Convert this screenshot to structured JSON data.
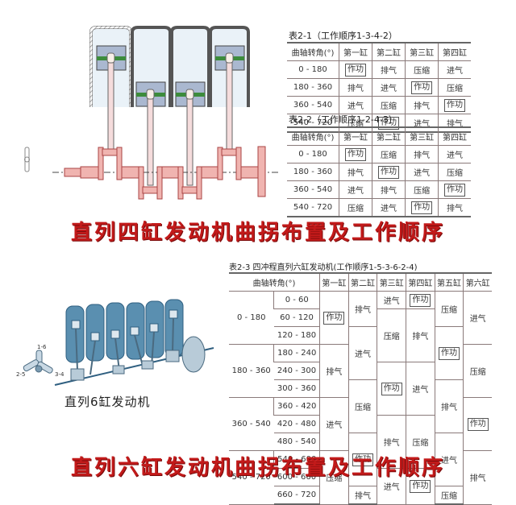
{
  "banners": {
    "four_cyl": "直列四缸发动机曲拐布置及工作顺序",
    "six_cyl": "直列六缸发动机曲拐布置及工作顺序"
  },
  "diagram_six": {
    "label": "直列6缸发动机",
    "crank_labels": [
      "1-6",
      "2-5",
      "3-4"
    ]
  },
  "colors": {
    "banner_red": "#c21a1a",
    "crank_pink": "#f0b4b0",
    "piston_blue": "#aab8d0",
    "ring_green": "#3c8c3c",
    "cylinder_blue": "#5a8fb0"
  },
  "table1": {
    "caption": "表2-1（工作顺序1-3-4-2）",
    "headers": [
      "曲轴转角(°)",
      "第一缸",
      "第二缸",
      "第三缸",
      "第四缸"
    ],
    "rows": [
      [
        "0 - 180",
        "作功",
        "排气",
        "压缩",
        "进气"
      ],
      [
        "180 - 360",
        "排气",
        "进气",
        "作功",
        "压缩"
      ],
      [
        "360 - 540",
        "进气",
        "压缩",
        "排气",
        "作功"
      ],
      [
        "540 - 720",
        "压缩",
        "作功",
        "进气",
        "排气"
      ]
    ]
  },
  "table2": {
    "caption": "表2-2（工作顺序1-2-4-3）",
    "headers": [
      "曲轴转角(°)",
      "第一缸",
      "第二缸",
      "第三缸",
      "第四缸"
    ],
    "rows": [
      [
        "0 - 180",
        "作功",
        "压缩",
        "排气",
        "进气"
      ],
      [
        "180 - 360",
        "排气",
        "作功",
        "进气",
        "压缩"
      ],
      [
        "360 - 540",
        "进气",
        "排气",
        "压缩",
        "作功"
      ],
      [
        "540 - 720",
        "压缩",
        "进气",
        "作功",
        "排气"
      ]
    ]
  },
  "table3": {
    "caption": "表2-3 四冲程直列六缸发动机(工作顺序1-5-3-6-2-4)",
    "headers": [
      "曲轴转角(°)",
      "第一缸",
      "第二缸",
      "第三缸",
      "第四缸",
      "第五缸",
      "第六缸"
    ],
    "major": [
      "0 - 180",
      "180 - 360",
      "360 - 540",
      "540 - 720"
    ],
    "minor": [
      "0 - 60",
      "60 - 120",
      "120 - 180",
      "180 - 240",
      "240 - 300",
      "300 - 360",
      "360 - 420",
      "420 - 480",
      "480 - 540",
      "540 - 600",
      "600 - 660",
      "660 - 720"
    ],
    "cyl1": [
      "作功",
      "排气",
      "进气",
      "压缩"
    ],
    "cyl2": [
      "排气",
      "进气",
      "压缩",
      "作功",
      "排气"
    ],
    "cyl3": [
      "进气",
      "压缩",
      "作功",
      "排气",
      "进气"
    ],
    "cyl4": [
      "作功",
      "排气",
      "进气",
      "压缩",
      "作功"
    ],
    "cyl5": [
      "压缩",
      "作功",
      "排气",
      "进气",
      "压缩"
    ],
    "cyl6": [
      "进气",
      "压缩",
      "作功",
      "排气"
    ]
  }
}
